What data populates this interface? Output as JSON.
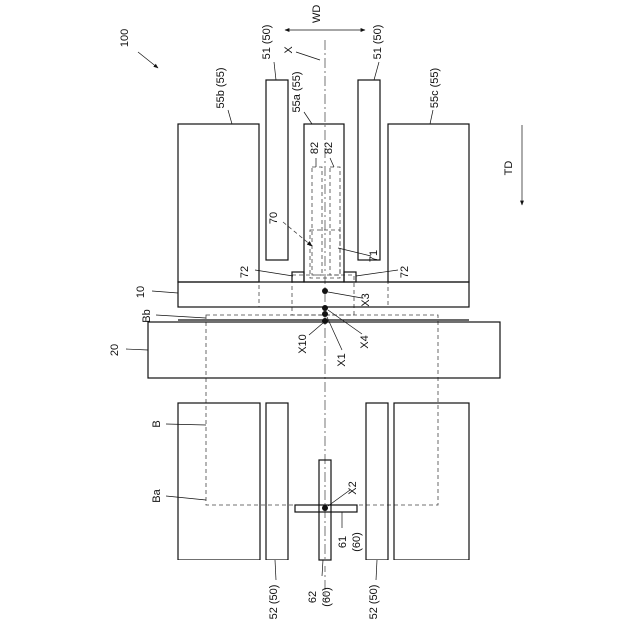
{
  "labels": {
    "fig_number": "100",
    "wd": "WD",
    "x_axis": "X",
    "td": "TD",
    "guide_top_left": "51 (50)",
    "guide_top_right": "51 (50)",
    "plate_left": "55b (55)",
    "plate_center": "55a (55)",
    "plate_right": "55c (55)",
    "ref_82a": "82",
    "ref_82b": "82",
    "ref_70": "70",
    "ref_71": "71",
    "ref_72_left": "72",
    "ref_72_right": "72",
    "ref_10": "10",
    "ref_bb": "Bb",
    "ref_x3": "X3",
    "ref_x4": "X4",
    "ref_x1": "X1",
    "ref_x10": "X10",
    "ref_20": "20",
    "ref_b": "B",
    "ref_ba": "Ba",
    "ref_x2": "X2",
    "ref_61": "61",
    "ref_61_sub": "(60)",
    "ref_62": "62",
    "ref_62_sub": "(60)",
    "guide_bottom_left": "52 (50)",
    "guide_bottom_right": "52 (50)"
  }
}
